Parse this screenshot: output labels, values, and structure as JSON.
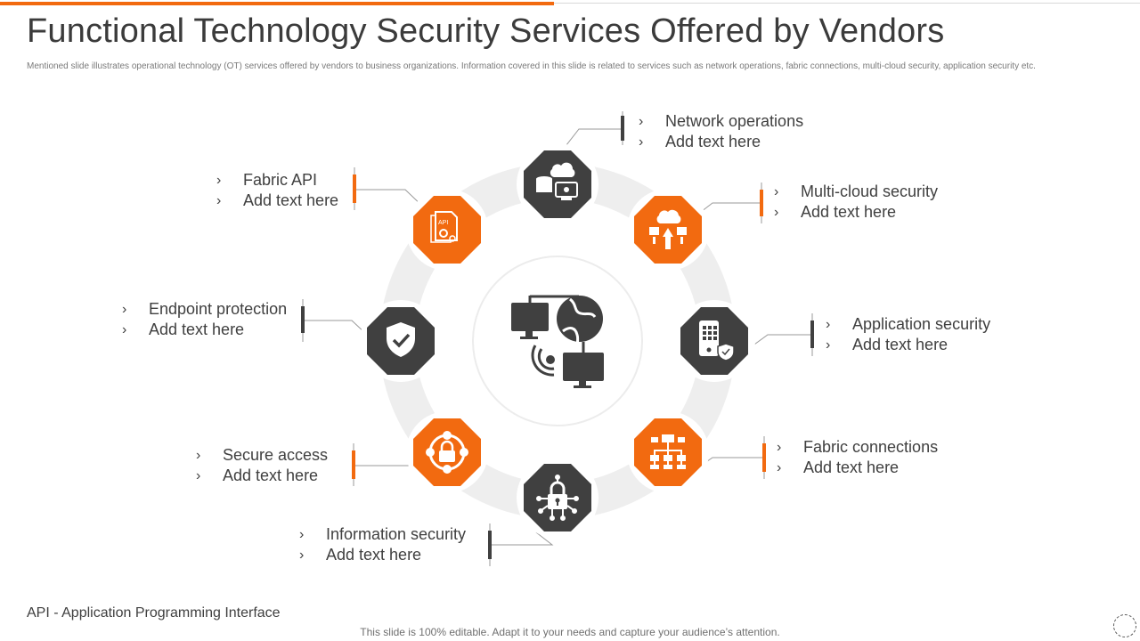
{
  "title": "Functional Technology Security Services Offered by Vendors",
  "subtitle": "Mentioned slide illustrates operational technology (OT) services offered by vendors to business organizations. Information covered in this slide is related to services such as network operations, fabric connections, multi-cloud security, application security etc.",
  "footnote": "API - Application Programming Interface",
  "bottom_note": "This slide is 100% editable. Adapt it to your needs and capture your audience’s attention.",
  "colors": {
    "accent": "#f26a10",
    "dark": "#404040",
    "ring": "#eeeeee"
  },
  "services": [
    {
      "heading": "Network operations",
      "body": "Add text here",
      "icon": "cloud-database-monitor-icon"
    },
    {
      "heading": "Multi-cloud security",
      "body": "Add text here",
      "icon": "cloud-network-icon"
    },
    {
      "heading": "Application security",
      "body": "Add text here",
      "icon": "mobile-shield-icon"
    },
    {
      "heading": "Fabric connections",
      "body": "Add text here",
      "icon": "network-hierarchy-icon"
    },
    {
      "heading": "Information security",
      "body": "Add text here",
      "icon": "circuit-lock-icon"
    },
    {
      "heading": "Secure access",
      "body": "Add text here",
      "icon": "lock-network-icon"
    },
    {
      "heading": "Endpoint protection",
      "body": "Add text here",
      "icon": "shield-check-icon"
    },
    {
      "heading": "Fabric API",
      "body": "Add text here",
      "icon": "api-document-gear-icon"
    }
  ],
  "bullet_glyph": "›",
  "center_icon": "global-network-computers-icon"
}
